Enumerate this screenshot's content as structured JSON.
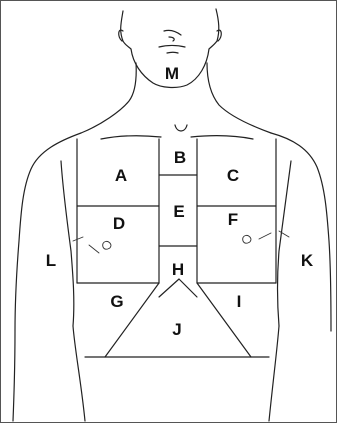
{
  "regions": {
    "A": "A",
    "B": "B",
    "C": "C",
    "D": "D",
    "E": "E",
    "F": "F",
    "G": "G",
    "H": "H",
    "I": "I",
    "J": "J",
    "K": "K",
    "L": "L",
    "M": "M"
  }
}
